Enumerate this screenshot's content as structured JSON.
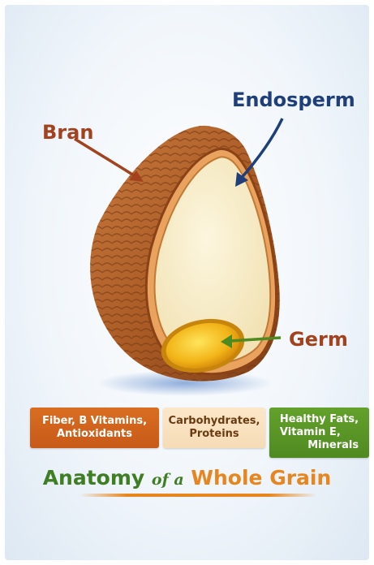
{
  "labels": {
    "endosperm": "Endosperm",
    "bran": "Bran",
    "germ": "Germ"
  },
  "nutrient_boxes": {
    "bran": "Fiber, B Vitamins, Antioxidants",
    "endosperm": "Carbohydrates, Proteins",
    "germ_lines": [
      "Healthy Fats,",
      "Vitamin E,",
      "Minerals"
    ]
  },
  "title": {
    "part1": "Anatomy",
    "part2": "of a",
    "part3": "Whole Grain"
  },
  "colors": {
    "bran": "#b8632a",
    "endosperm_fill": "#f9efcf",
    "germ": "#f3b21a",
    "endosperm_label": "#1f3f7a",
    "accent_orange": "#e7861f",
    "accent_green": "#3f7e23"
  }
}
